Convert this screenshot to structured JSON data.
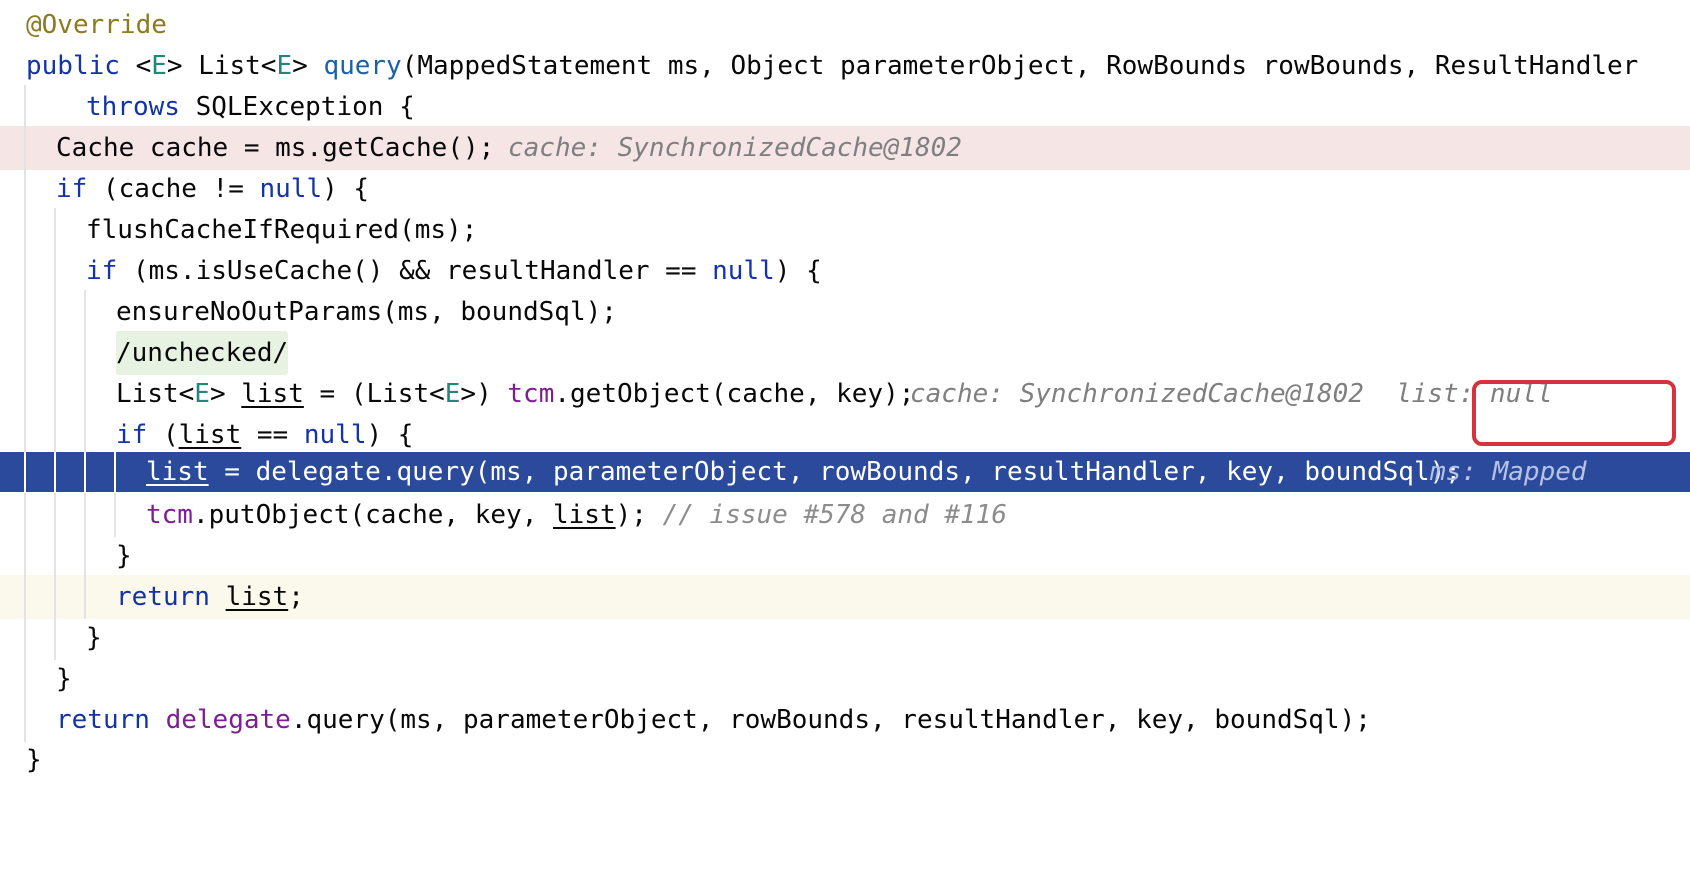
{
  "code": {
    "l1": {
      "annotation": "@Override"
    },
    "l2": {
      "kw_public": "public",
      "generic_open": " <",
      "type_e": "E",
      "generic_close": "> List<",
      "type_e2": "E",
      "close2": "> ",
      "method": "query",
      "params": "(MappedStatement ms, Object parameterObject, RowBounds rowBounds, ResultHandler"
    },
    "l3": {
      "kw_throws": "throws",
      "rest": " SQLException {"
    },
    "l4": {
      "code": "Cache cache = ms.getCache();",
      "hint": "cache: SynchronizedCache@1802"
    },
    "l5": {
      "kw_if": "if",
      "mid": " (cache != ",
      "kw_null": "null",
      "end": ") {"
    },
    "l6": {
      "code": "flushCacheIfRequired(ms);"
    },
    "l7": {
      "kw_if": "if",
      "mid": " (ms.isUseCache() && resultHandler == ",
      "kw_null": "null",
      "end": ") {"
    },
    "l8": {
      "code": "ensureNoOutParams(ms, boundSql);"
    },
    "l9": {
      "inspection": "/unchecked/"
    },
    "l10": {
      "p1": "List<",
      "type_e": "E",
      "p2": "> ",
      "var": "list",
      "p3": " = (List<",
      "type_e2": "E",
      "p4": ">) ",
      "field": "tcm",
      "p5": ".getObject(cache, key);",
      "hint": "cache: SynchronizedCache@1802",
      "hint_list": "list: null"
    },
    "l11": {
      "kw_if": "if",
      "p1": " (",
      "var": "list",
      "p2": " == ",
      "kw_null": "null",
      "end": ") {"
    },
    "l12": {
      "var": "list",
      "p1": " = ",
      "field": "delegate",
      "p2": ".query(ms, parameterObject, rowBounds, resultHandler, key, boundSql);",
      "hint": "ms: Mapped"
    },
    "l13": {
      "field": "tcm",
      "p1": ".putObject(cache, key, ",
      "var": "list",
      "p2": ");",
      "comment": "// issue #578 and #116"
    },
    "l14": {
      "brace": "}"
    },
    "l15": {
      "kw_return": "return",
      "sp": " ",
      "var": "list",
      "end": ";"
    },
    "l16": {
      "brace": "}"
    },
    "l17": {
      "brace": "}"
    },
    "l18": {
      "kw_return": "return",
      "sp": " ",
      "field": "delegate",
      "rest": ".query(ms, parameterObject, rowBounds, resultHandler, key, boundSql);"
    },
    "l19": {
      "brace": "}"
    }
  },
  "colors": {
    "keyword": "#1433a8",
    "annotation": "#8a7c20",
    "field": "#7d1f93",
    "type_param": "#20867e",
    "execution_line_bg": "#2b4a9c",
    "error_line_bg": "#f5e6e5",
    "current_line_bg": "#fbf9ec",
    "highlight_box": "#d6323d"
  }
}
